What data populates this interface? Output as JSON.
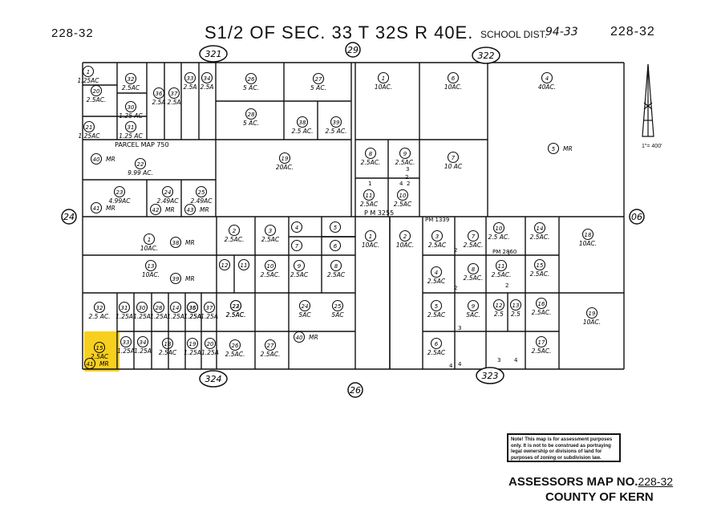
{
  "header": {
    "left_code": "228-32",
    "title": "S1/2 OF SEC. 33 T 32S R 40E.",
    "school_label": "SCHOOL DIST.",
    "school_value": "94-33",
    "right_code": "228-32"
  },
  "scale": "1\"= 400'",
  "roads": [
    {
      "id": "r321",
      "label": "321"
    },
    {
      "id": "r29",
      "label": "29"
    },
    {
      "id": "r322",
      "label": "322"
    },
    {
      "id": "r24",
      "label": "24"
    },
    {
      "id": "r06",
      "label": "06"
    },
    {
      "id": "r324",
      "label": "324"
    },
    {
      "id": "r26",
      "label": "26"
    },
    {
      "id": "r323",
      "label": "323"
    }
  ],
  "map_labels": {
    "parcel_map_750": "PARCEL MAP 750",
    "pm_3255": "P M   3255",
    "pm_1339": "PM 1339",
    "pm_2860": "PM 2860"
  },
  "parcels": [
    {
      "n": "1",
      "a": "1.25AC"
    },
    {
      "n": "20",
      "a": "2.5AC."
    },
    {
      "n": "32",
      "a": "2.5AC"
    },
    {
      "n": "30",
      "a": "1.25 AC"
    },
    {
      "n": "31",
      "a": "1.25 AC"
    },
    {
      "n": "21",
      "a": "1.25AC"
    },
    {
      "n": "36",
      "a": "2.5A"
    },
    {
      "n": "37",
      "a": "2.5A"
    },
    {
      "n": "33",
      "a": "2.5A"
    },
    {
      "n": "34",
      "a": "2.5A"
    },
    {
      "n": "26",
      "a": "5 AC."
    },
    {
      "n": "28",
      "a": "5 AC."
    },
    {
      "n": "27",
      "a": "5 AC."
    },
    {
      "n": "38",
      "a": "2.5 AC."
    },
    {
      "n": "39",
      "a": "2.5 AC."
    },
    {
      "n": "1",
      "a": "10AC."
    },
    {
      "n": "6",
      "a": "10AC."
    },
    {
      "n": "4",
      "a": "40AC."
    },
    {
      "n": "5",
      "a": "MR"
    },
    {
      "n": "40",
      "a": "MR"
    },
    {
      "n": "22",
      "a": "9.99 AC."
    },
    {
      "n": "19",
      "a": "20AC."
    },
    {
      "n": "8",
      "a": "2.5AC."
    },
    {
      "n": "9",
      "a": "2.5AC."
    },
    {
      "n": "7",
      "a": "10 AC"
    },
    {
      "n": "23",
      "a": "4.99AC"
    },
    {
      "n": "24",
      "a": "2.49AC"
    },
    {
      "n": "25",
      "a": "2.49AC"
    },
    {
      "n": "41",
      "a": "MR"
    },
    {
      "n": "42",
      "a": "MR"
    },
    {
      "n": "43",
      "a": "MR"
    },
    {
      "n": "11",
      "a": "2.5AC"
    },
    {
      "n": "10",
      "a": "2.5AC"
    },
    {
      "n": "1",
      "a": "10AC."
    },
    {
      "n": "38",
      "a": "MR"
    },
    {
      "n": "2",
      "a": "2.5AC."
    },
    {
      "n": "3",
      "a": "2.5AC"
    },
    {
      "n": "4",
      "a": ""
    },
    {
      "n": "5",
      "a": ""
    },
    {
      "n": "7",
      "a": ""
    },
    {
      "n": "6",
      "a": ""
    },
    {
      "n": "1",
      "a": "10AC."
    },
    {
      "n": "2",
      "a": "10AC."
    },
    {
      "n": "3",
      "a": "2.5AC"
    },
    {
      "n": "7",
      "a": "2.5AC."
    },
    {
      "n": "10",
      "a": "2.5 AC."
    },
    {
      "n": "14",
      "a": "2.5AC."
    },
    {
      "n": "18",
      "a": "10AC."
    },
    {
      "n": "13",
      "a": "10AC."
    },
    {
      "n": "39",
      "a": "MR"
    },
    {
      "n": "12",
      "a": ""
    },
    {
      "n": "11",
      "a": ""
    },
    {
      "n": "10",
      "a": "2.5AC."
    },
    {
      "n": "9",
      "a": "2.5AC"
    },
    {
      "n": "8",
      "a": "2.5AC"
    },
    {
      "n": "4",
      "a": "2.5AC"
    },
    {
      "n": "8",
      "a": "2.5AC."
    },
    {
      "n": "11",
      "a": "2.5AC."
    },
    {
      "n": "15",
      "a": "2.5AC."
    },
    {
      "n": "32",
      "a": "2.5 AC."
    },
    {
      "n": "31",
      "a": "1.25A"
    },
    {
      "n": "30",
      "a": "1.25A"
    },
    {
      "n": "28",
      "a": "1.25A"
    },
    {
      "n": "14",
      "a": "1.25A"
    },
    {
      "n": "35",
      "a": "1.25A"
    },
    {
      "n": "36",
      "a": "1.25A"
    },
    {
      "n": "37",
      "a": "1.25A"
    },
    {
      "n": "23",
      "a": "2.5AC."
    },
    {
      "n": "22",
      "a": "2.5AC."
    },
    {
      "n": "24",
      "a": "5AC"
    },
    {
      "n": "25",
      "a": "5AC"
    },
    {
      "n": "40",
      "a": "MR"
    },
    {
      "n": "5",
      "a": "2.5AC"
    },
    {
      "n": "9",
      "a": "5AC."
    },
    {
      "n": "12",
      "a": "2.5"
    },
    {
      "n": "13",
      "a": "2.5"
    },
    {
      "n": "16",
      "a": "2.5AC."
    },
    {
      "n": "19",
      "a": "10AC."
    },
    {
      "n": "15",
      "a": "2.5AC"
    },
    {
      "n": "41",
      "a": "MR"
    },
    {
      "n": "33",
      "a": "1.25A"
    },
    {
      "n": "34",
      "a": "1.25A"
    },
    {
      "n": "18",
      "a": "2.5AC"
    },
    {
      "n": "19",
      "a": "1.25A"
    },
    {
      "n": "20",
      "a": "1.25A"
    },
    {
      "n": "26",
      "a": "2.5AC."
    },
    {
      "n": "27",
      "a": "2.5AC."
    },
    {
      "n": "6",
      "a": "2.5AC"
    },
    {
      "n": "17",
      "a": "2.5AC."
    }
  ],
  "lot_numbers": [
    "1",
    "2",
    "3",
    "4",
    "2",
    "1",
    "2",
    "2",
    "3",
    "4",
    "3",
    "4",
    "2",
    "4"
  ],
  "highlight_color": "#f7cf1f",
  "note": "Note! This map is for assessment purposes only. It is not to be construed as portraying legal ownership or divisions of land for purposes of zoning or subdivision law.",
  "footer": {
    "line1_label": "ASSESSORS MAP NO.",
    "line1_number": "228-32",
    "line2": "COUNTY OF KERN"
  }
}
